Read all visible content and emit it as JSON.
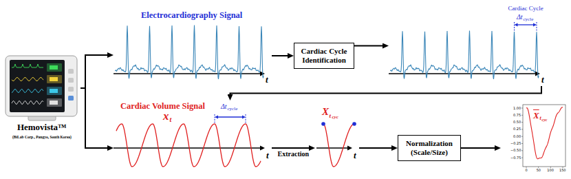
{
  "diagram": {
    "nodes": [
      {
        "text": [
          "Hemovista™",
          "(BiLab Corp., Pangyo, South Korea)"
        ]
      },
      {
        "text": [
          "Electrocardiography Signal"
        ]
      },
      {
        "text": [
          "Cardiac Cycle Identification"
        ]
      },
      {
        "text": [
          "Cardiac Cycle"
        ]
      },
      {
        "text": [
          "Cardiac Volume Signal",
          "x",
          "t"
        ]
      },
      {
        "text": [
          "X",
          "t",
          "cyc"
        ]
      },
      {
        "text": [
          "Normalization (Scale/Size)"
        ]
      },
      {
        "text": [
          "X",
          "t",
          "cyc"
        ]
      }
    ],
    "edges": [
      {
        "from": 0,
        "to": 1,
        "arrow": "to"
      },
      {
        "from": 0,
        "to": 4,
        "arrow": "to"
      },
      {
        "from": 1,
        "to": 2,
        "arrow": "to"
      },
      {
        "from": 2,
        "to": 3,
        "arrow": "to"
      },
      {
        "from": 3,
        "to": 4,
        "arrow": "to"
      },
      {
        "from": 4,
        "to": 5,
        "arrow": "to",
        "label": "Extraction"
      },
      {
        "from": 5,
        "to": 6,
        "arrow": "to"
      },
      {
        "from": 6,
        "to": 7,
        "arrow": "to"
      }
    ],
    "labels": [
      "t",
      "t",
      "Δt",
      "cycle",
      "Δt",
      "cycle",
      "t",
      "t",
      "1.00",
      "0.75",
      "0.50",
      "0.25",
      "0.00",
      "−0.25",
      "−0.50",
      "−0.75",
      "0",
      "50",
      "100",
      "150"
    ]
  }
}
